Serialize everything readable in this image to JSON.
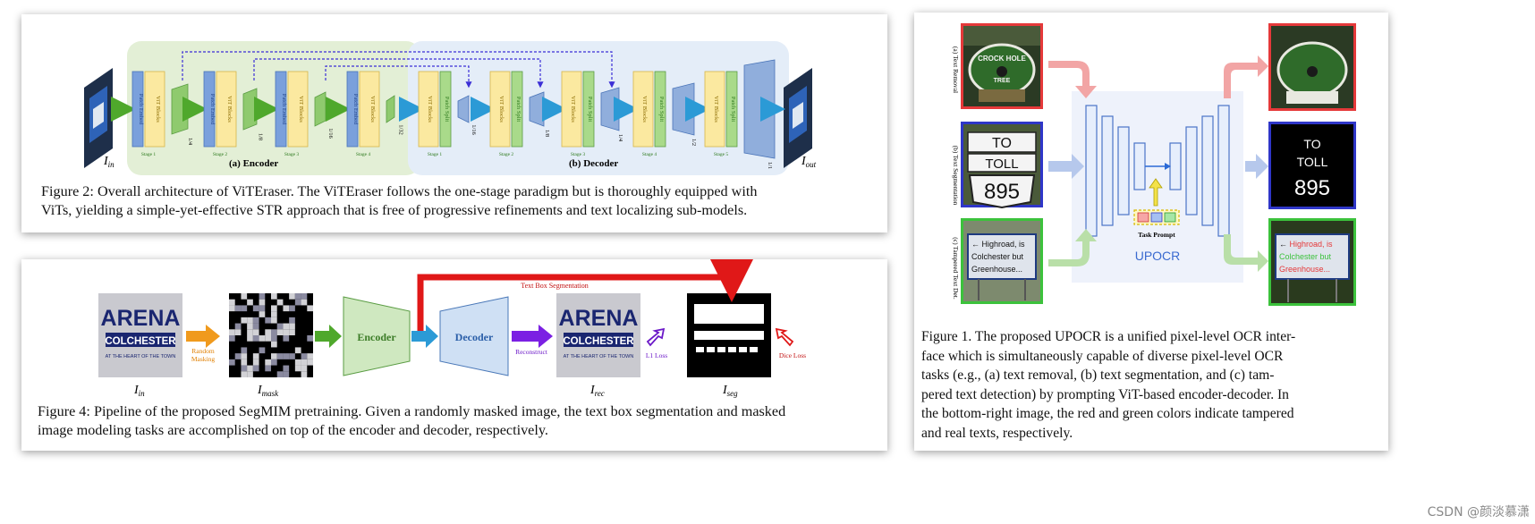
{
  "fig2": {
    "encoder_stages": [
      {
        "patch": "Patch Embed",
        "vit": "ViT Blocks",
        "stage": "Stage 1",
        "scale": "1/4"
      },
      {
        "patch": "Patch Embed",
        "vit": "ViT Blocks",
        "stage": "Stage 2",
        "scale": "1/8"
      },
      {
        "patch": "Patch Embed",
        "vit": "ViT Blocks",
        "stage": "Stage 3",
        "scale": "1/16"
      },
      {
        "patch": "Patch Embed",
        "vit": "ViT Blocks",
        "stage": "Stage 4",
        "scale": "1/32"
      }
    ],
    "decoder_stages": [
      {
        "patch": "Patch Split",
        "vit": "ViT Blocks",
        "stage": "Stage 1",
        "scale": "1/16"
      },
      {
        "patch": "Patch Split",
        "vit": "ViT Blocks",
        "stage": "Stage 2",
        "scale": "1/8"
      },
      {
        "patch": "Patch Split",
        "vit": "ViT Blocks",
        "stage": "Stage 3",
        "scale": "1/4"
      },
      {
        "patch": "Patch Split",
        "vit": "ViT Blocks",
        "stage": "Stage 4",
        "scale": "1/2"
      },
      {
        "patch": "Patch Split",
        "vit": "ViT Blocks",
        "stage": "Stage 5",
        "scale": "1/1"
      }
    ],
    "encoder_label": "(a) Encoder",
    "decoder_label": "(b) Decoder",
    "input_label": "I",
    "input_sub": "in",
    "output_label": "I",
    "output_sub": "out",
    "caption_line1": "Figure 2: Overall architecture of ViTEraser. The ViTEraser follows the one-stage paradigm but is thoroughly equipped with",
    "caption_line2": "ViTs, yielding a simple-yet-effective STR approach that is free of progressive refinements and text localizing sub-models."
  },
  "fig4": {
    "arena_word": "ARENA",
    "colchester_word": "COLCHESTER",
    "heart_line": "AT THE HEART OF THE TOWN",
    "random_masking": [
      "Random",
      "Masking"
    ],
    "encoder": "Encoder",
    "decoder": "Decoder",
    "reconstruct": "Reconstruct",
    "l1_loss": "L1 Loss",
    "dice_loss": "Dice Loss",
    "text_box_seg": "Text Box Segmentation",
    "labels": [
      {
        "main": "I",
        "sub": "in"
      },
      {
        "main": "I",
        "sub": "mask"
      },
      {
        "main": "I",
        "sub": "rec"
      },
      {
        "main": "I",
        "sub": "seg"
      }
    ],
    "caption_line1": "Figure 4: Pipeline of the proposed SegMIM pretraining. Given a randomly masked image, the text box segmentation and masked",
    "caption_line2": "image modeling tasks are accomplished on top of the encoder and decoder, respectively."
  },
  "fig1": {
    "row_labels": [
      "(a) Text Removal",
      "(b) Text Segmentation",
      "(c) Tampered Text Det."
    ],
    "to_word": "TO",
    "toll_word": "TOLL",
    "number": "895",
    "sign_lines": [
      "Highroad, is",
      "Colchester but",
      "Greenhouse..."
    ],
    "task_prompt": "Task Prompt",
    "model_name": "UPOCR",
    "colors": {
      "red": "#e5393a",
      "blue": "#2f36c8",
      "green": "#3cc23c"
    },
    "caption_lines": [
      "Figure 1. The proposed UPOCR is a unified pixel-level OCR inter-",
      "face which is simultaneously capable of diverse pixel-level OCR",
      "tasks (e.g., (a) text removal, (b) text segmentation, and (c) tam-",
      "pered text detection) by prompting ViT-based encoder-decoder. In",
      "the bottom-right image, the red and green colors indicate tampered",
      "and real texts, respectively."
    ]
  },
  "watermark": "CSDN @颜淡慕潇"
}
